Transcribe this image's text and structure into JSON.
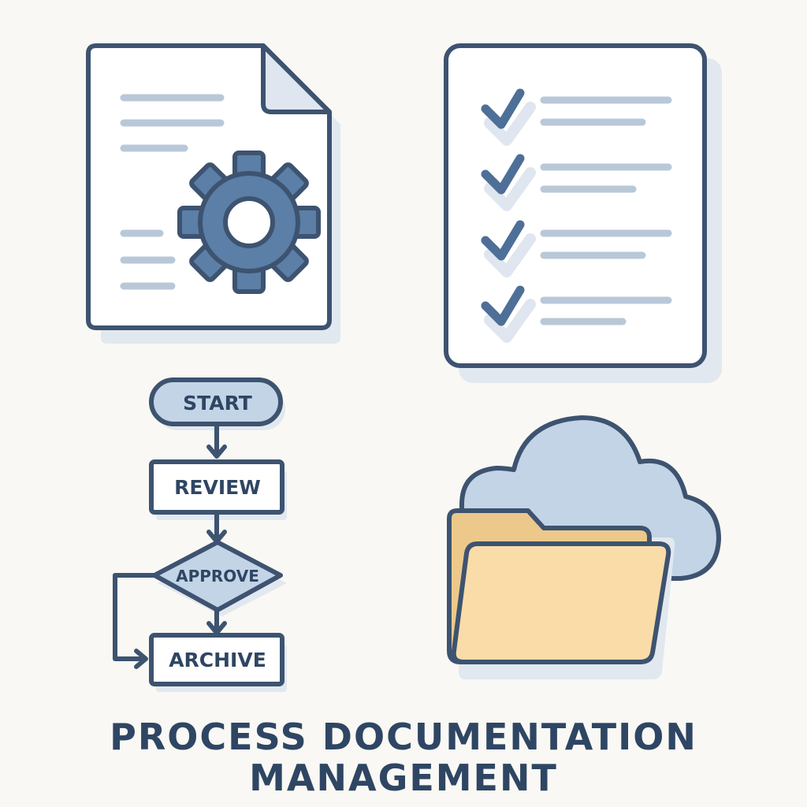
{
  "flowchart": {
    "start_label": "START",
    "review_label": "REVIEW",
    "approve_label": "APPROVE",
    "archive_label": "ARCHIVE"
  },
  "title": {
    "line1": "PROCESS DOCUMENTATION",
    "line2": "MANAGEMENT"
  },
  "icons": {
    "document": "document-gear-icon",
    "checklist": "checklist-icon",
    "folder": "folder-icon",
    "cloud": "cloud-icon",
    "gear": "gear-icon",
    "check": "checkmark-icon"
  },
  "colors": {
    "background": "#f9f8f4",
    "outline": "#3d5370",
    "text": "#2e4663",
    "accent_blue": "#5b7fa6",
    "light_blue": "#c2d4e6",
    "placeholder_line": "#b9c8d8",
    "shadow": "#e2e8ef",
    "folder_front": "#f9dca8",
    "folder_back": "#ecc98a"
  }
}
